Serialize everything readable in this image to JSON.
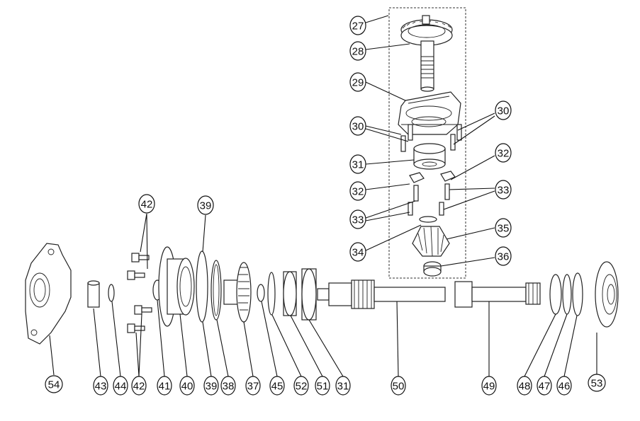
{
  "labels": {
    "l27": "27",
    "l28": "28",
    "l29": "29",
    "l30a": "30",
    "l30b": "30",
    "l31a": "31",
    "l32a": "32",
    "l32b": "32",
    "l33a": "33",
    "l33b": "33",
    "l34": "34",
    "l35": "35",
    "l36": "36",
    "l42top": "42",
    "l39top": "39",
    "l54": "54",
    "l43": "43",
    "l44": "44",
    "l42": "42",
    "l41": "41",
    "l40": "40",
    "l39": "39",
    "l38": "38",
    "l37": "37",
    "l45": "45",
    "l52": "52",
    "l51": "51",
    "l31b": "31",
    "l50": "50",
    "l49": "49",
    "l48": "48",
    "l47": "47",
    "l46": "46",
    "l53": "53"
  }
}
